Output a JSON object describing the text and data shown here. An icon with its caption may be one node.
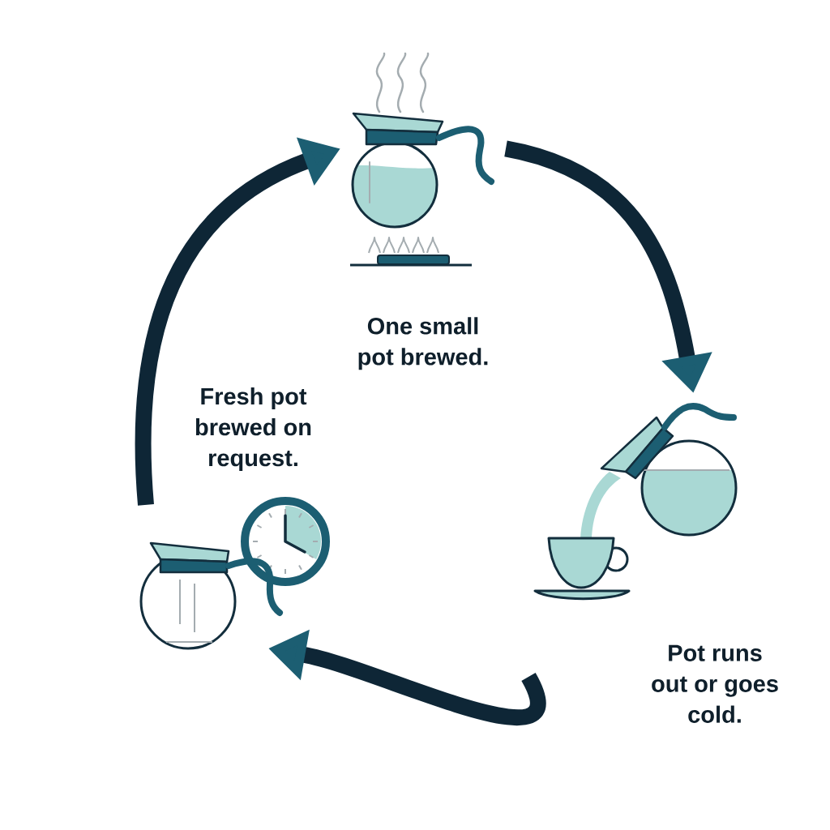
{
  "diagram": {
    "nodes": [
      {
        "text": [
          "One small pot brewed."
        ]
      },
      {
        "text": [
          "Pot runs out or goes cold."
        ]
      },
      {
        "text": [
          "Fresh pot brewed on request."
        ]
      }
    ],
    "edges": [
      {
        "from": 0,
        "to": 1,
        "arrow": "to"
      },
      {
        "from": 1,
        "to": 2,
        "arrow": "to"
      },
      {
        "from": 2,
        "to": 0,
        "arrow": "to"
      }
    ]
  }
}
